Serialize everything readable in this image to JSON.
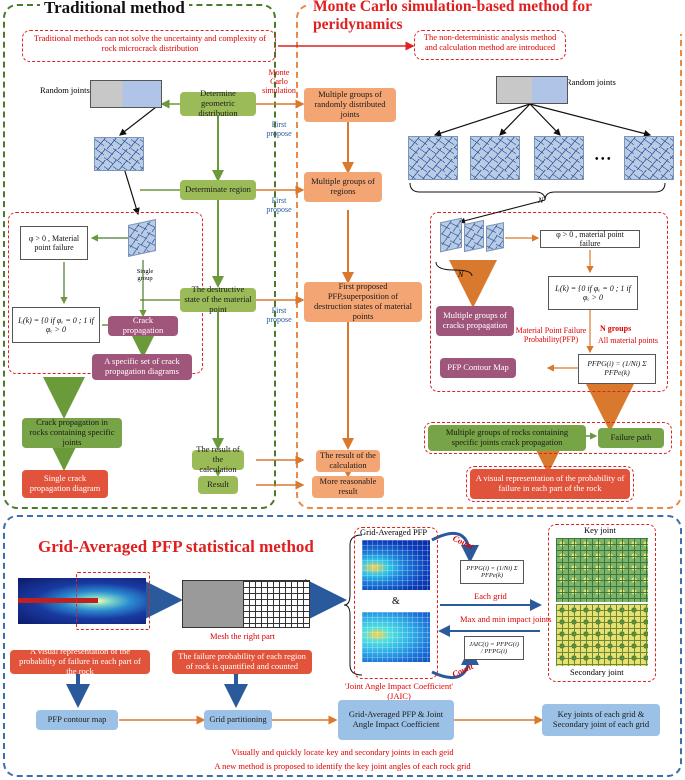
{
  "titles": {
    "traditional": "Traditional method",
    "monte_carlo": "Monte Carlo simulation-based method for peridynamics",
    "grid_averaged": "Grid-Averaged PFP  statistical method"
  },
  "traditional": {
    "problem": "Traditional methods can not solve the uncertainty and complexity of rock microcrack distribution",
    "random_joints": "Random joints",
    "material_failure": "φ > 0 , Material point failure",
    "single_group": "Single group",
    "formula": "Iₑ(k) = {0 if φₑ = 0 ; 1 if φₑ > 0",
    "crack_propagation": "Crack propagation",
    "specific_set": "A specific set of crack propagation diagrams",
    "crack_in_rocks": "Crack propagation in rocks containing specific joints",
    "single_diagram": "Single crack propagation diagram"
  },
  "center": {
    "geometric": "Determine geometric distribution",
    "region": "Determinate region",
    "destructive": "The destructive state of the material point",
    "result_calc": "The result of the calculation",
    "result": "Result",
    "monte_label": "Monte Carlo simulation",
    "first_propose": "First propose"
  },
  "monte": {
    "intro": "The non-deterministic analysis method and calculation method are introduced",
    "groups_joints": "Multiple groups of randomly distributed joints",
    "groups_regions": "Multiple groups of regions",
    "pfp_proposed": "First proposed PFP,superposition of destruction states of material points",
    "result_calc": "The result of the calculation",
    "more_reasonable": "More reasonable result",
    "random_joints": "Random joints",
    "dots": "• • •",
    "n_label": "N",
    "material_failure": "φ > 0 , material point failure",
    "formula": "Iₑ(k) = {0 if φₑ = 0 ; 1 if φₑ > 0",
    "groups_cracks": "Multiple groups of cracks propagation",
    "mpfp": "Material Point Failure Probability(PFP)",
    "n_groups": "N groups",
    "all_points": "All material points",
    "pfp_contour": "PFP Contour Map",
    "pfp_formula": "PFPG(i) = (1/Ni) Σ PFPe(k)",
    "rocks_joints": "Multiple groups of rocks containing specific joints crack propagation",
    "failure_path": "Failure path",
    "visual": "A visual representation of the probability of failure in each part of the rock"
  },
  "grid": {
    "mesh": "Mesh the right part",
    "visual": "A visual representation of the probability of failure in each part of the rock",
    "quantified": "The failure probability of each region of rock is quantified and counted",
    "pfp_contour": "PFP contour map",
    "partitioning": "Grid partitioning",
    "gapfp_label": "Grid-Averaged PFP",
    "ampersand": "&",
    "jaic_label": "'Joint Angle Impact Coefficient' (JAIC)",
    "count": "Count",
    "pfp_eq": "PFPG(i) = (1/Ni) Σ PFPe(k)",
    "jaic_eq": "JAIC(i) = PFPG(i) / PFPG(i)",
    "each_grid": "Each grid",
    "max_min": "Max and min impact joints",
    "key_joint": "Key joint",
    "secondary_joint": "Secondary joint",
    "combined": "Grid-Averaged PFP & Joint Angle Impact Coefficient",
    "key_secondary": "Key joints of each grid & Secondary joint of each grid",
    "footer1": "Visually and quickly locate key and secondary joints in each geid",
    "footer2": "A new method is proposed to identify the key joint angles of each rock grid"
  }
}
